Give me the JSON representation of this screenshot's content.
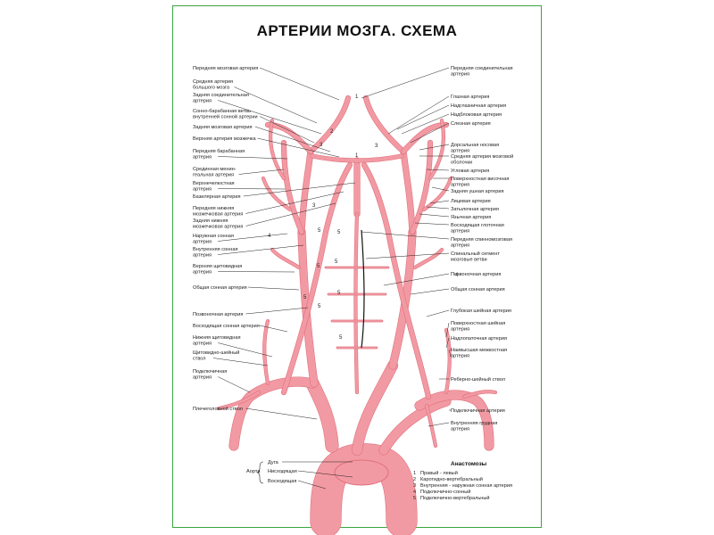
{
  "title": "АРТЕРИИ МОЗГА. СХЕМА",
  "colors": {
    "border": "#3aa640",
    "artery": "#f29aa3",
    "artery_dark": "#e0707c",
    "leader": "#222222"
  },
  "left_labels": [
    {
      "lines": [
        "Передняя мозговая артерия"
      ]
    },
    {
      "lines": [
        "Средняя артерия",
        "большого мозга"
      ]
    },
    {
      "lines": [
        "Задняя соединительная",
        "артерия"
      ]
    },
    {
      "lines": [
        "Сонно-барабанная ветвь",
        "внутренней сонной артерии"
      ]
    },
    {
      "lines": [
        "Задняя мозговая артерия"
      ]
    },
    {
      "lines": [
        "Верхняя артерия мозжечка"
      ]
    },
    {
      "lines": [
        "Передняя барабанная",
        "артерия"
      ]
    },
    {
      "lines": [
        "Срединная менин-",
        "геальная артерия"
      ]
    },
    {
      "lines": [
        "Верхнечелюстная",
        "артерия"
      ]
    },
    {
      "lines": [
        "Базилярная артерия"
      ]
    },
    {
      "lines": [
        "Передняя нижняя",
        "мозжечковая артерия"
      ]
    },
    {
      "lines": [
        "Задняя нижняя",
        "мозжечковая артерия"
      ]
    },
    {
      "lines": [
        "Наружная сонная",
        "артерия"
      ]
    },
    {
      "lines": [
        "Внутренняя сонная",
        "артерия"
      ]
    },
    {
      "lines": [
        "Верхняя щитовидная",
        "артерия"
      ]
    },
    {
      "lines": [
        "Общая сонная артерия"
      ]
    },
    {
      "lines": [
        "Позвоночная артерия"
      ]
    },
    {
      "lines": [
        "Восходящая сонная артерия"
      ]
    },
    {
      "lines": [
        "Нижняя щитовидная",
        "артерия"
      ]
    },
    {
      "lines": [
        "Щитовидно-шейный",
        "ствол"
      ]
    },
    {
      "lines": [
        "Подключичная",
        "артерия"
      ]
    },
    {
      "lines": [
        "Плечеголовной ствол"
      ]
    }
  ],
  "right_labels": [
    {
      "lines": [
        "Передняя соединительная",
        "артерия"
      ]
    },
    {
      "lines": [
        "Глазная артерия"
      ]
    },
    {
      "lines": [
        "Надглазничная артерия"
      ]
    },
    {
      "lines": [
        "Надблоковая артерия"
      ]
    },
    {
      "lines": [
        "Слезная артерия"
      ]
    },
    {
      "lines": [
        "Дорсальная носовая",
        "артерия"
      ]
    },
    {
      "lines": [
        "Средняя артерия мозговой",
        "оболочки"
      ]
    },
    {
      "lines": [
        "Угловая артерия"
      ]
    },
    {
      "lines": [
        "Поверхностная височная",
        "артерия"
      ]
    },
    {
      "lines": [
        "Задняя ушная артерия"
      ]
    },
    {
      "lines": [
        "Лицевая артерия"
      ]
    },
    {
      "lines": [
        "Затылочная артерия"
      ]
    },
    {
      "lines": [
        "Язычная артерия"
      ]
    },
    {
      "lines": [
        "Восходящая глоточная",
        "артерия"
      ]
    },
    {
      "lines": [
        "Передняя спинномозговая",
        "артерия"
      ]
    },
    {
      "lines": [
        "Спинальный сегмент",
        "мозговые ветви"
      ]
    },
    {
      "lines": [
        "Позвоночная артерия"
      ]
    },
    {
      "lines": [
        "Общая сонная артерия"
      ]
    },
    {
      "lines": [
        "Глубокая шейная артерия"
      ]
    },
    {
      "lines": [
        "Поверхностная шейная",
        "артерия"
      ]
    },
    {
      "lines": [
        "Надлопаточная артерия"
      ]
    },
    {
      "lines": [
        "Наивысшая межкостная",
        "артерия"
      ]
    },
    {
      "lines": [
        "Реберно-шейный ствол"
      ]
    },
    {
      "lines": [
        "Подключичная артерия"
      ]
    },
    {
      "lines": [
        "Внутренняя грудная",
        "артерия"
      ]
    }
  ],
  "aorta": {
    "label": "Аорта",
    "parts": [
      "Дуга",
      "Нисходящая",
      "Восходящая"
    ]
  },
  "anastomoses": {
    "title": "Анастомозы",
    "items": [
      {
        "n": "1",
        "text": "Правый - левый"
      },
      {
        "n": "2",
        "text": "Каротидно-вертебральный"
      },
      {
        "n": "3",
        "text": "Внутренняя - наружная сонная артерия"
      },
      {
        "n": "4",
        "text": "Подключично-сонный"
      },
      {
        "n": "5",
        "text": "Подключично-вертебральный"
      }
    ]
  },
  "diagram_numbers": [
    "1",
    "2",
    "3",
    "1",
    "3",
    "4",
    "5",
    "5",
    "5",
    "5",
    "5",
    "5",
    "4",
    "5",
    "5",
    "3"
  ]
}
